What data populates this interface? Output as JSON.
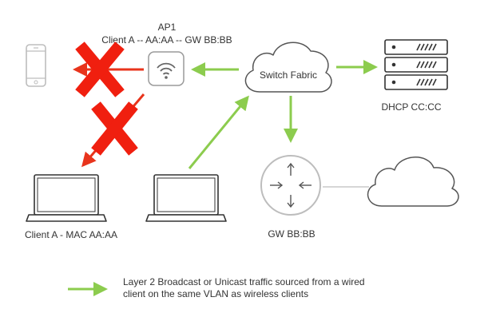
{
  "ap": {
    "name": "AP1",
    "client_info": "Client A -- AA:AA -- GW BB:BB"
  },
  "switch_fabric": {
    "label": "Switch Fabric"
  },
  "dhcp": {
    "label": "DHCP CC:CC"
  },
  "gateway": {
    "label": "GW BB:BB"
  },
  "client_a": {
    "label": "Client A - MAC AA:AA"
  },
  "legend": {
    "line1": "Layer 2 Broadcast or Unicast traffic sourced from a wired",
    "line2": "client on the same VLAN as wireless clients"
  },
  "colors": {
    "traffic_arrow": "#8ccc4e",
    "blocked_arrow": "#e8341c",
    "blocked_mark": "#f01f0f",
    "device_outline": "#444444",
    "light_outline": "#bdbdbd",
    "link_line": "#d6d6d6"
  },
  "icons": [
    "phone-icon",
    "wifi-access-point-icon",
    "cloud-icon",
    "server-rack-icon",
    "router-icon",
    "laptop-icon",
    "x-mark-icon"
  ]
}
